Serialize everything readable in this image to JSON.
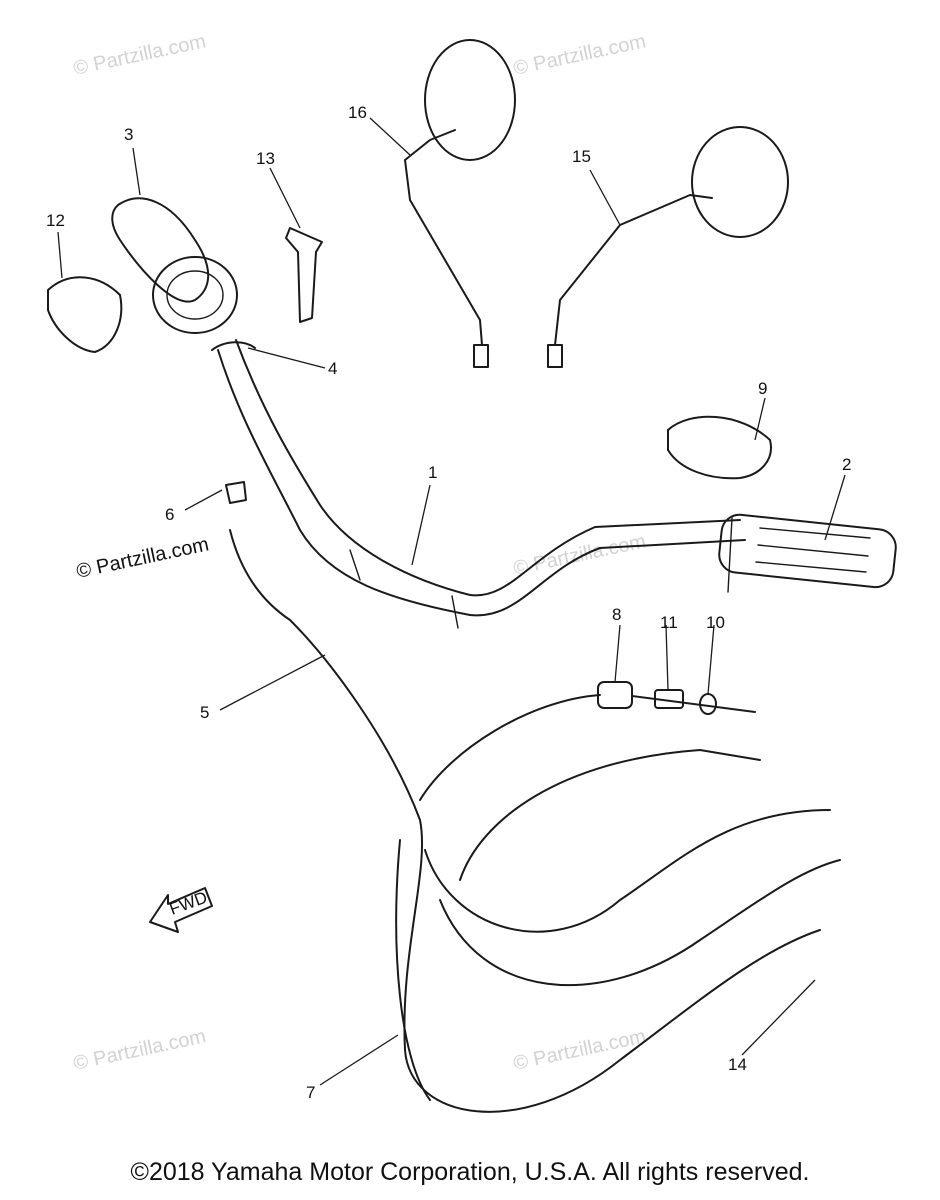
{
  "callouts": [
    {
      "id": "1",
      "label": "1"
    },
    {
      "id": "2",
      "label": "2"
    },
    {
      "id": "3",
      "label": "3"
    },
    {
      "id": "4",
      "label": "4"
    },
    {
      "id": "5",
      "label": "5"
    },
    {
      "id": "6",
      "label": "6"
    },
    {
      "id": "7",
      "label": "7"
    },
    {
      "id": "8",
      "label": "8"
    },
    {
      "id": "9",
      "label": "9"
    },
    {
      "id": "10",
      "label": "10"
    },
    {
      "id": "11",
      "label": "11"
    },
    {
      "id": "12",
      "label": "12"
    },
    {
      "id": "13",
      "label": "13"
    },
    {
      "id": "14",
      "label": "14"
    },
    {
      "id": "15",
      "label": "15"
    },
    {
      "id": "16",
      "label": "16"
    }
  ],
  "fwd_label": "FWD",
  "watermark": "© Partzilla.com",
  "copyright": "©2018 Yamaha Motor Corporation, U.S.A. All rights reserved."
}
